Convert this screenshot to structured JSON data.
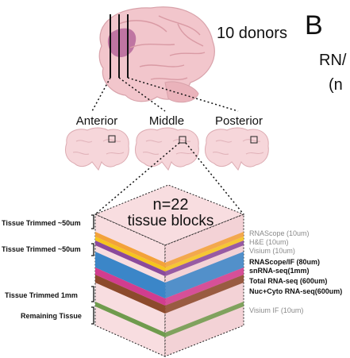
{
  "header": {
    "donors": "10 donors",
    "panel_letter": "B",
    "clipped_right_1": "RN/",
    "clipped_right_2": "(n"
  },
  "sections": {
    "anterior": "Anterior",
    "middle": "Middle",
    "posterior": "Posterior"
  },
  "block": {
    "count": "n=22",
    "title": "tissue blocks"
  },
  "left_labels": [
    "Tissue Trimmed ~50um",
    "Tissue Trimmed ~50um",
    "Tissue Trimmed 1mm",
    "Remaining Tissue"
  ],
  "assays": [
    {
      "label": "RNAScope (10um)",
      "emphasis": "muted"
    },
    {
      "label": "H&E (10um)",
      "emphasis": "muted"
    },
    {
      "label": "Visium (10um)",
      "emphasis": "muted"
    },
    {
      "label": "RNAScope/IF (80um)",
      "emphasis": "bold"
    },
    {
      "label": "snRNA-seq(1mm)",
      "emphasis": "bold"
    },
    {
      "label": "Total RNA-seq (600um)",
      "emphasis": "bold"
    },
    {
      "label": "Nuc+Cyto RNA-seq(600um)",
      "emphasis": "bold"
    },
    {
      "label": "Visium IF (10um)",
      "emphasis": "muted"
    }
  ],
  "colors": {
    "tissue_pink": "#f8dde0",
    "brain_pink": "#f4cdd2",
    "orange": "#f3a23a",
    "yellow": "#f5c51e",
    "purple": "#8b4a9c",
    "blue": "#3b86c8",
    "magenta": "#d13d8f",
    "brown": "#8c4a2c",
    "green": "#6f9b4d",
    "muted_text": "#8a8a8a"
  }
}
